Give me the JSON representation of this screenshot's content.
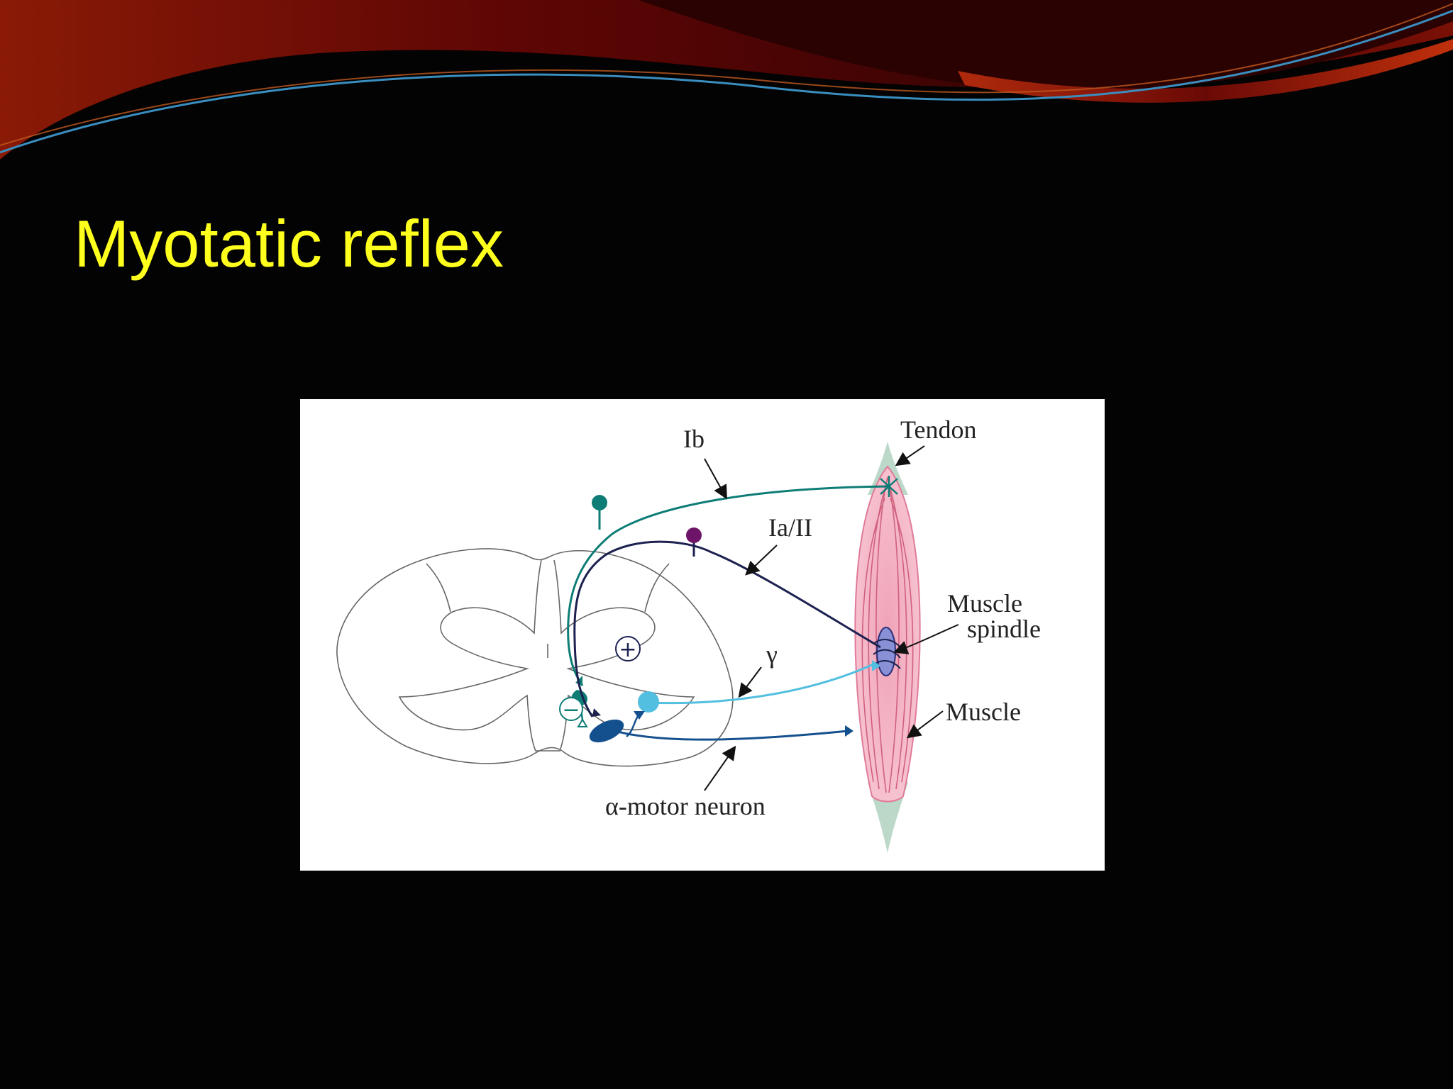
{
  "slide": {
    "title": "Myotatic reflex",
    "colors": {
      "background": "#030303",
      "title": "#ffff1e",
      "banner_dark": "#5a0505",
      "banner_bright": "#a8200a",
      "banner_line": "#3a8ec0"
    }
  },
  "diagram": {
    "labels": {
      "ib": "Ib",
      "ia_ii": "Ia/II",
      "tendon": "Tendon",
      "muscle_spindle_line1": "Muscle",
      "muscle_spindle_line2": "spindle",
      "gamma": "γ",
      "muscle": "Muscle",
      "alpha_motor_neuron": "α-motor neuron"
    },
    "synapse_signs": {
      "excitatory": "+",
      "inhibitory": "−"
    },
    "colors": {
      "ib_fiber": "#0e7d76",
      "ia_fiber": "#1c2150",
      "ia_soma": "#6e1468",
      "gamma_fiber": "#53bfe0",
      "alpha_neuron": "#14508e",
      "muscle": "#f4b6c8",
      "tendon": "#bcd8c8",
      "spindle": "#8a90d6"
    }
  }
}
